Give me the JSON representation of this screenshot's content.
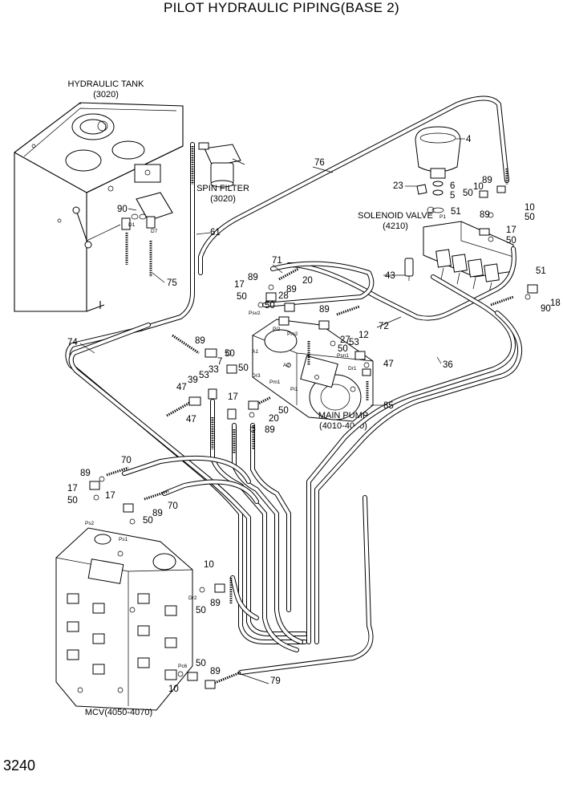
{
  "title": "PILOT HYDRAULIC PIPING(BASE 2)",
  "page_number": "3240",
  "components": {
    "hydraulic_tank": {
      "name": "HYDRAULIC TANK",
      "code": "(3020)"
    },
    "spin_filter": {
      "name": "SPIN FILTER",
      "code": "(3020)"
    },
    "solenoid_valve": {
      "name": "SOLENOID VALVE",
      "code": "(4210)"
    },
    "main_pump": {
      "name": "MAIN PUMP",
      "code": "(4010-4040)"
    },
    "mcv": {
      "name": "MCV(4050-4070)"
    }
  },
  "ports": [
    "D1",
    "D7",
    "Psv2",
    "Pi2",
    "Pm2",
    "A1",
    "Dr3",
    "A2",
    "Pm1",
    "Pi1",
    "Psn1",
    "Dr1",
    "P1",
    "Ps2",
    "Ps1",
    "Dr2",
    "Pc6"
  ],
  "callouts": [
    "90",
    "75",
    "61",
    "76",
    "74",
    "4",
    "6",
    "5",
    "23",
    "51",
    "50",
    "10",
    "89",
    "89",
    "10",
    "50",
    "17",
    "50",
    "43",
    "51",
    "18",
    "90",
    "72",
    "36",
    "71",
    "89",
    "17",
    "50",
    "50",
    "28",
    "89",
    "20",
    "89",
    "27",
    "50",
    "53",
    "12",
    "47",
    "85",
    "89",
    "50",
    "7",
    "33",
    "39",
    "53",
    "47",
    "47",
    "50",
    "17",
    "20",
    "89",
    "50",
    "70",
    "89",
    "17",
    "50",
    "17",
    "89",
    "50",
    "70",
    "10",
    "89",
    "50",
    "50",
    "89",
    "10",
    "79"
  ]
}
